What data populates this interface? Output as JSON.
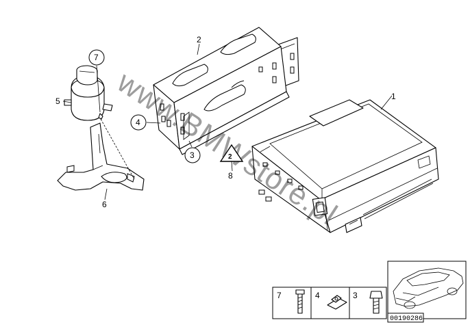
{
  "watermark": "www.BMWstore.pl",
  "callouts": {
    "p1": "1",
    "p2": "2",
    "p3": "3",
    "p4": "4",
    "p5": "5",
    "p6": "6",
    "p7": "7",
    "p8": "8"
  },
  "symbol": {
    "label": "2"
  },
  "legend": {
    "items": [
      {
        "num": "7"
      },
      {
        "num": "4"
      },
      {
        "num": "3"
      }
    ]
  },
  "diagram_code": "00190286"
}
